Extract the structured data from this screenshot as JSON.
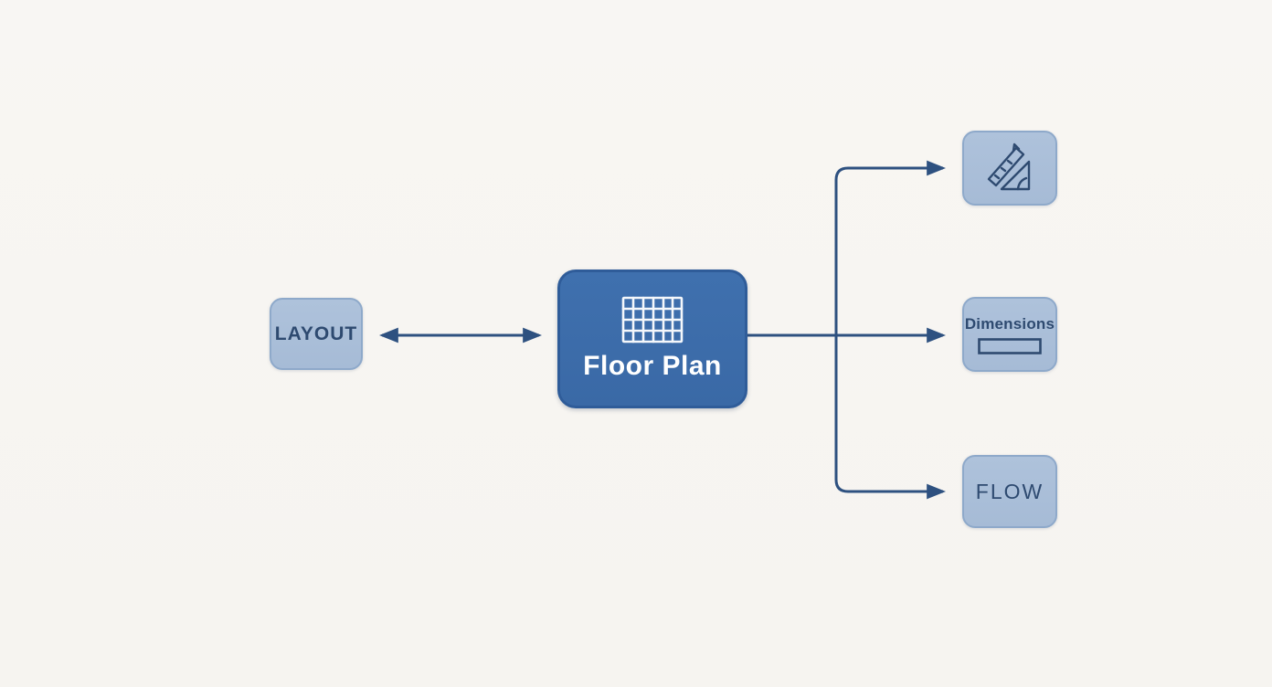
{
  "diagram": {
    "type": "flowchart",
    "background_color": "#f7f5f1",
    "colors": {
      "node_light_fill": "#a9bed9",
      "node_light_border": "#8ea9ca",
      "node_dark_fill": "#3b6caa",
      "node_dark_border": "#2f5c99",
      "connector": "#2e5180",
      "text_dark": "#2e4a70",
      "text_light": "#ffffff"
    },
    "nodes": {
      "layout": {
        "label": "LAYOUT",
        "style": "light"
      },
      "floor_plan": {
        "label": "Floor Plan",
        "style": "dark",
        "icon": "grid-icon"
      },
      "scale": {
        "label": "",
        "style": "light",
        "icon": "set-square-ruler-icon"
      },
      "dimensions": {
        "label": "Dimensions",
        "style": "light",
        "icon": "dimension-bar-icon"
      },
      "flow": {
        "label": "FLOW",
        "style": "light"
      }
    },
    "edges": [
      {
        "from": "floor_plan",
        "to": "layout",
        "type": "double-arrow"
      },
      {
        "from": "floor_plan",
        "to": "scale",
        "type": "arrow"
      },
      {
        "from": "floor_plan",
        "to": "dimensions",
        "type": "arrow"
      },
      {
        "from": "floor_plan",
        "to": "flow",
        "type": "arrow"
      }
    ]
  }
}
